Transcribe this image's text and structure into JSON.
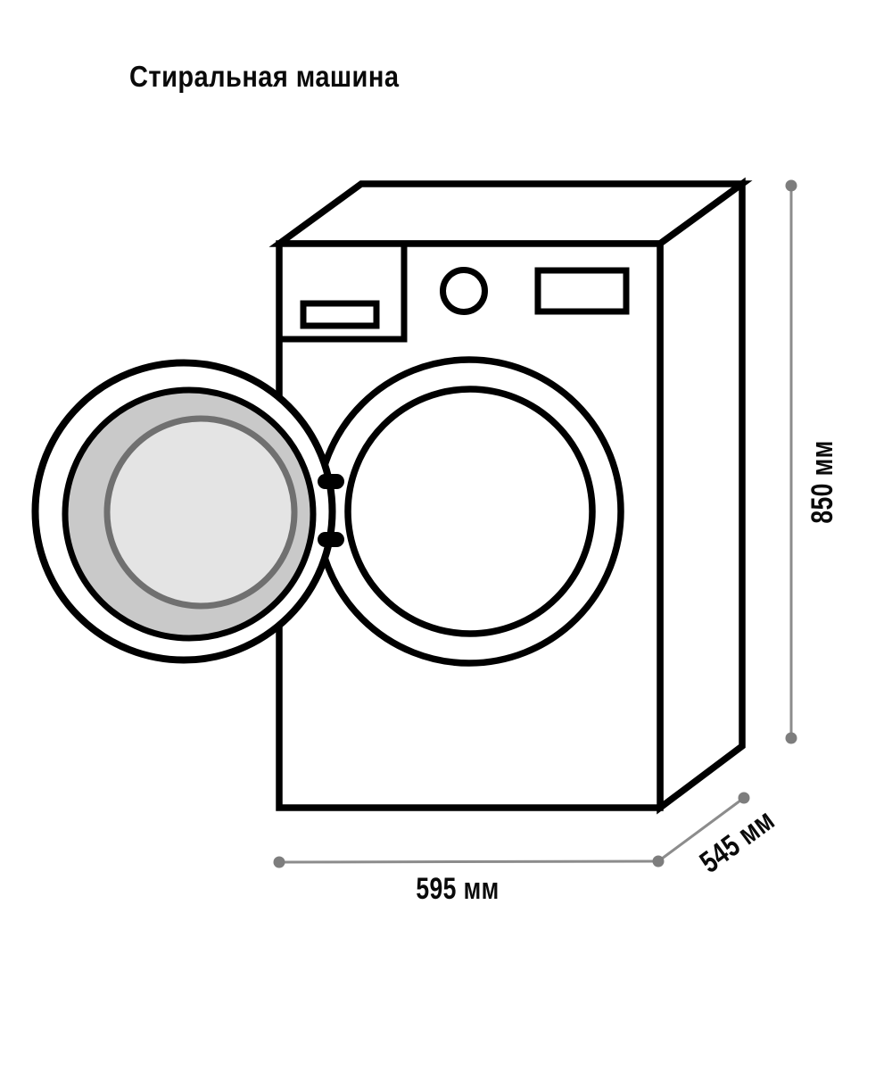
{
  "title": "Стиральная машина",
  "diagram": {
    "object": "washing-machine-dimension-drawing",
    "dimensions": {
      "height_label": "850 мм",
      "width_label": "595 мм",
      "depth_label": "545 мм"
    },
    "colors": {
      "outline": "#000000",
      "dimension_line": "#8c8c8c",
      "dimension_dot": "#7d7d7d",
      "door_ring": "#c9c9c9",
      "door_glass": "#e4e4e4",
      "door_glass_stroke": "#707070"
    }
  }
}
